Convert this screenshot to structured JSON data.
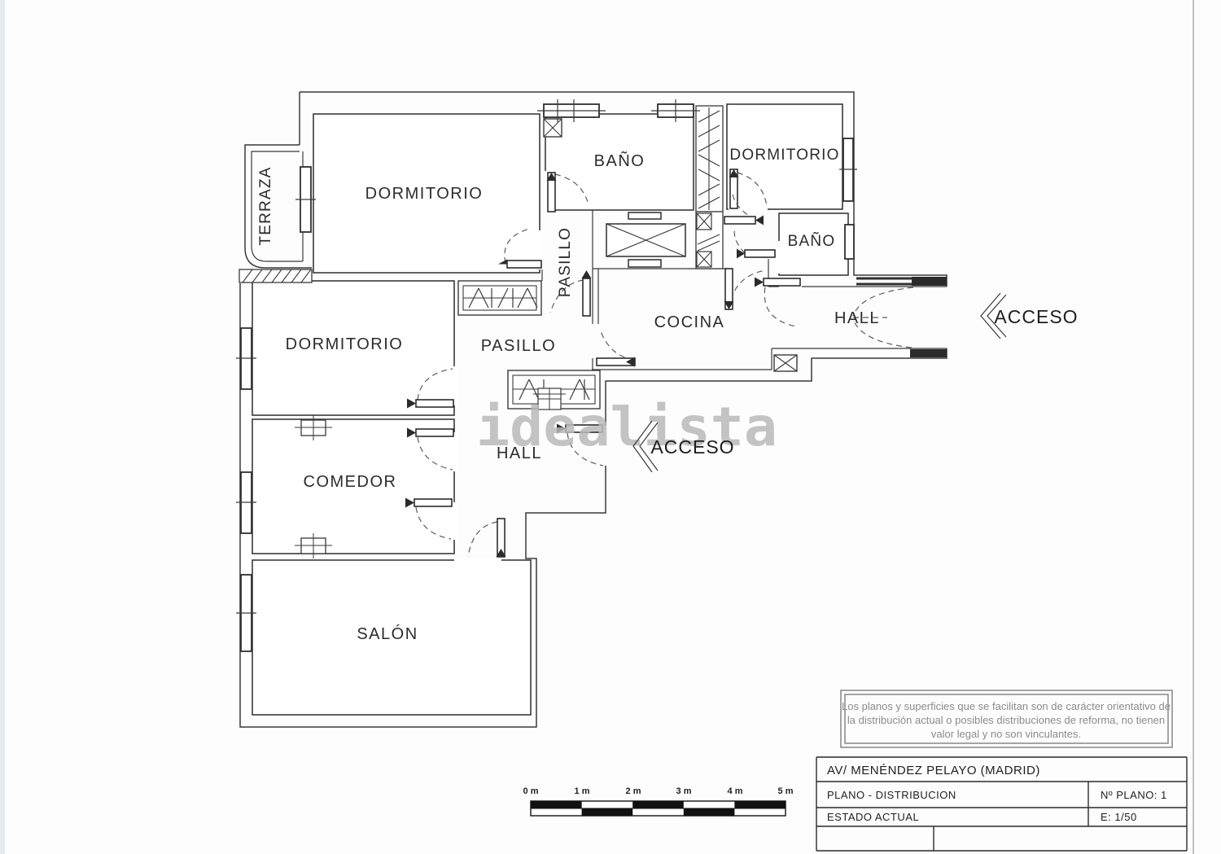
{
  "plan": {
    "watermark": "idealista",
    "rooms": {
      "terraza": "TERRAZA",
      "dormitorio_top_left": "DORMITORIO",
      "bano_top": "BAÑO",
      "dormitorio_top_right": "DORMITORIO",
      "bano_right": "BAÑO",
      "pasillo_vertical": "PASILLO",
      "cocina": "COCINA",
      "hall_right": "HALL",
      "acceso_right": "ACCESO",
      "dormitorio_left": "DORMITORIO",
      "pasillo_left": "PASILLO",
      "hall_left": "HALL",
      "acceso_left": "ACCESO",
      "comedor": "COMEDOR",
      "salon": "SALÓN"
    }
  },
  "disclaimer": {
    "line1": "Los planos y superficies que se facilitan son de carácter orientativo de",
    "line2": "la distribución actual o posibles distribuciones de reforma, no tienen",
    "line3": "valor legal y no son vinculantes."
  },
  "title_block": {
    "address": "AV/  MENÉNDEZ PELAYO   (MADRID)",
    "plan_row_label": "PLANO   -   DISTRIBUCION",
    "plan_number": "Nº PLANO:  1",
    "state_row_label": "ESTADO  ACTUAL",
    "scale": "E: 1/50"
  },
  "scale_bar": {
    "labels": [
      "0 m",
      "1 m",
      "2 m",
      "3 m",
      "4 m",
      "5 m"
    ]
  }
}
